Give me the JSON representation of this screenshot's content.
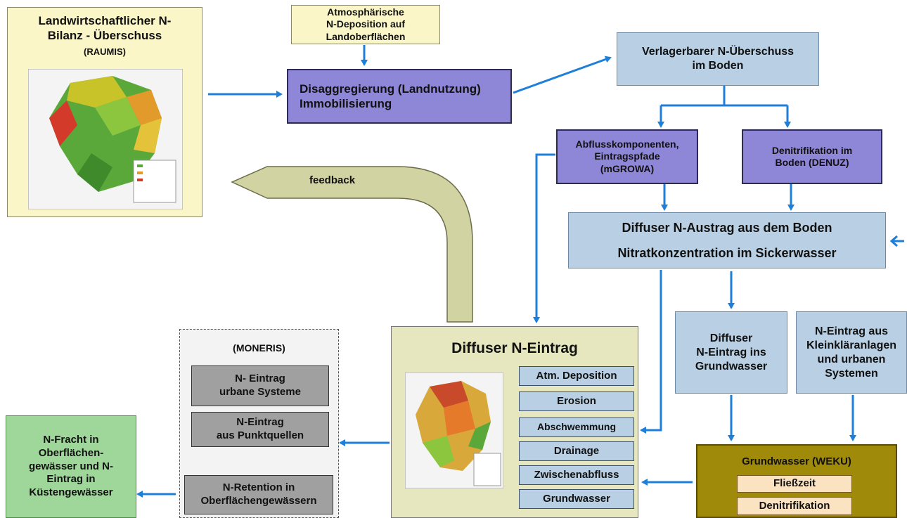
{
  "raumis": {
    "line1": "Landwirtschaftlicher  N-",
    "line2": "Bilanz - Überschuss",
    "line3": "(RAUMIS)"
  },
  "atm_deposition": {
    "line1": "Atmosphärische",
    "line2": "N-Deposition auf Landoberflächen"
  },
  "disaggregierung": {
    "line1": "Disaggregierung (Landnutzung)",
    "line2": "Immobilisierung"
  },
  "verlagerbar": {
    "line1": "Verlagerbarer N-Überschuss",
    "line2": "im Boden"
  },
  "abfluss": {
    "line1": "Abflusskomponenten,",
    "line2": "Eintragspfade",
    "line3": "(mGROWA)"
  },
  "denitrifikation_boden": {
    "line1": "Denitrifikation im",
    "line2": "Boden (DENUZ)"
  },
  "feedback": {
    "label": "feedback"
  },
  "diffuser_austrag": {
    "line1": "Diffuser N-Austrag aus dem Boden",
    "line2": "Nitratkonzentration im Sickerwasser"
  },
  "diffuser_grundwasser": {
    "line1": "Diffuser",
    "line2": "N-Eintrag ins",
    "line3": "Grundwasser"
  },
  "kleinklaeranlagen": {
    "line1": "N-Eintrag aus",
    "line2": "Kleinkläranlagen",
    "line3": "und urbanen",
    "line4": "Systemen"
  },
  "diffuser_eintrag": {
    "title": "Diffuser N-Eintrag",
    "items": [
      "Atm. Deposition",
      "Erosion",
      "Abschwemmung",
      "Drainage",
      "Zwischenabfluss",
      "Grundwasser"
    ]
  },
  "moneris": {
    "title": "(MONERIS)",
    "urbane": {
      "line1": "N- Eintrag",
      "line2": "urbane Systeme"
    },
    "punkt": {
      "line1": "N-Eintrag",
      "line2": "aus Punktquellen"
    },
    "retention": {
      "line1": "N-Retention in",
      "line2": "Oberflächengewässern"
    }
  },
  "fracht": {
    "line1": "N-Fracht in",
    "line2": "Oberflächen-",
    "line3": "gewässer und N-",
    "line4": "Eintrag in",
    "line5": "Küstengewässer"
  },
  "weku": {
    "title": "Grundwasser (WEKU)",
    "item1": "Fließzeit",
    "item2": "Denitrifikation"
  },
  "colors": {
    "arrow": "#1f7fd8",
    "purple": "#8e86d6",
    "blue": "#b9d0e4",
    "yellow": "#fbf6c8",
    "olive": "#a08a0a",
    "green": "#9fd79a"
  }
}
